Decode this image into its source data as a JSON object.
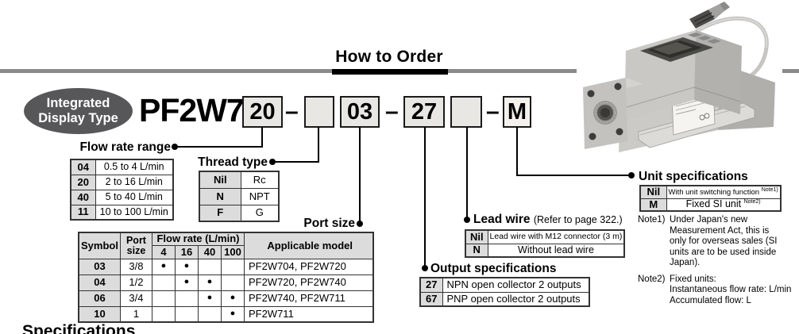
{
  "header": {
    "section_title": "How to Order"
  },
  "badge": {
    "line1": "Integrated",
    "line2": "Display Type"
  },
  "model": {
    "prefix": "PF2W7",
    "dash": "–",
    "flow_code": "20",
    "thread_code": "",
    "port_code": "03",
    "output_code": "27",
    "leadwire_code": "",
    "unit_code": "M"
  },
  "flow_rate_range": {
    "label": "Flow rate range",
    "rows": [
      {
        "code": "04",
        "desc": "0.5 to 4 L/min"
      },
      {
        "code": "20",
        "desc": "2 to 16 L/min"
      },
      {
        "code": "40",
        "desc": "5 to 40 L/min"
      },
      {
        "code": "11",
        "desc": "10 to 100 L/min"
      }
    ]
  },
  "thread_type": {
    "label": "Thread type",
    "rows": [
      {
        "code": "Nil",
        "desc": "Rc"
      },
      {
        "code": "N",
        "desc": "NPT"
      },
      {
        "code": "F",
        "desc": "G"
      }
    ]
  },
  "port_size": {
    "label": "Port size",
    "headers": {
      "symbol": "Symbol",
      "port_size": "Port size",
      "flow_rate": "Flow rate (L/min)",
      "flow_cols": [
        "4",
        "16",
        "40",
        "100"
      ],
      "applicable": "Applicable model"
    },
    "rows": [
      {
        "symbol": "03",
        "port": "3/8",
        "flows": [
          "●",
          "●",
          "",
          ""
        ],
        "model": "PF2W704, PF2W720"
      },
      {
        "symbol": "04",
        "port": "1/2",
        "flows": [
          "",
          "●",
          "●",
          ""
        ],
        "model": "PF2W720, PF2W740"
      },
      {
        "symbol": "06",
        "port": "3/4",
        "flows": [
          "",
          "",
          "●",
          "●"
        ],
        "model": "PF2W740, PF2W711"
      },
      {
        "symbol": "10",
        "port": "1",
        "flows": [
          "",
          "",
          "",
          "●"
        ],
        "model": "PF2W711"
      }
    ]
  },
  "lead_wire": {
    "label": "Lead wire",
    "ref_note": "(Refer to page 322.)",
    "rows": [
      {
        "code": "Nil",
        "desc": "Lead wire with M12 connector (3 m)"
      },
      {
        "code": "N",
        "desc": "Without lead wire"
      }
    ]
  },
  "output_specs": {
    "label": "Output specifications",
    "rows": [
      {
        "code": "27",
        "desc": "NPN open collector 2 outputs"
      },
      {
        "code": "67",
        "desc": "PNP open collector 2 outputs"
      }
    ]
  },
  "unit_specs": {
    "label": "Unit specifications",
    "rows": [
      {
        "code": "Nil",
        "desc": "With unit switching function",
        "sup": "Note1)"
      },
      {
        "code": "M",
        "desc": "Fixed SI unit",
        "sup": "Note2)"
      }
    ]
  },
  "notes": {
    "note1": {
      "head": "Note1)",
      "line1": "Under Japan's new",
      "line2": "Measurement Act, this is",
      "line3": "only for overseas sales (SI",
      "line4": "units are to be used inside",
      "line5": "Japan)."
    },
    "note2": {
      "head": "Note2)",
      "line1": "Fixed units:",
      "line2": "Instantaneous flow rate: L/min",
      "line3": "Accumulated flow: L"
    }
  },
  "footer": {
    "cut_heading": "Specifications"
  },
  "colors": {
    "gray_rule": "#8b8b8b",
    "badge_bg": "#57575a",
    "box_fill": "#e8e7e4",
    "table_key_fill": "#dcdcdc"
  }
}
